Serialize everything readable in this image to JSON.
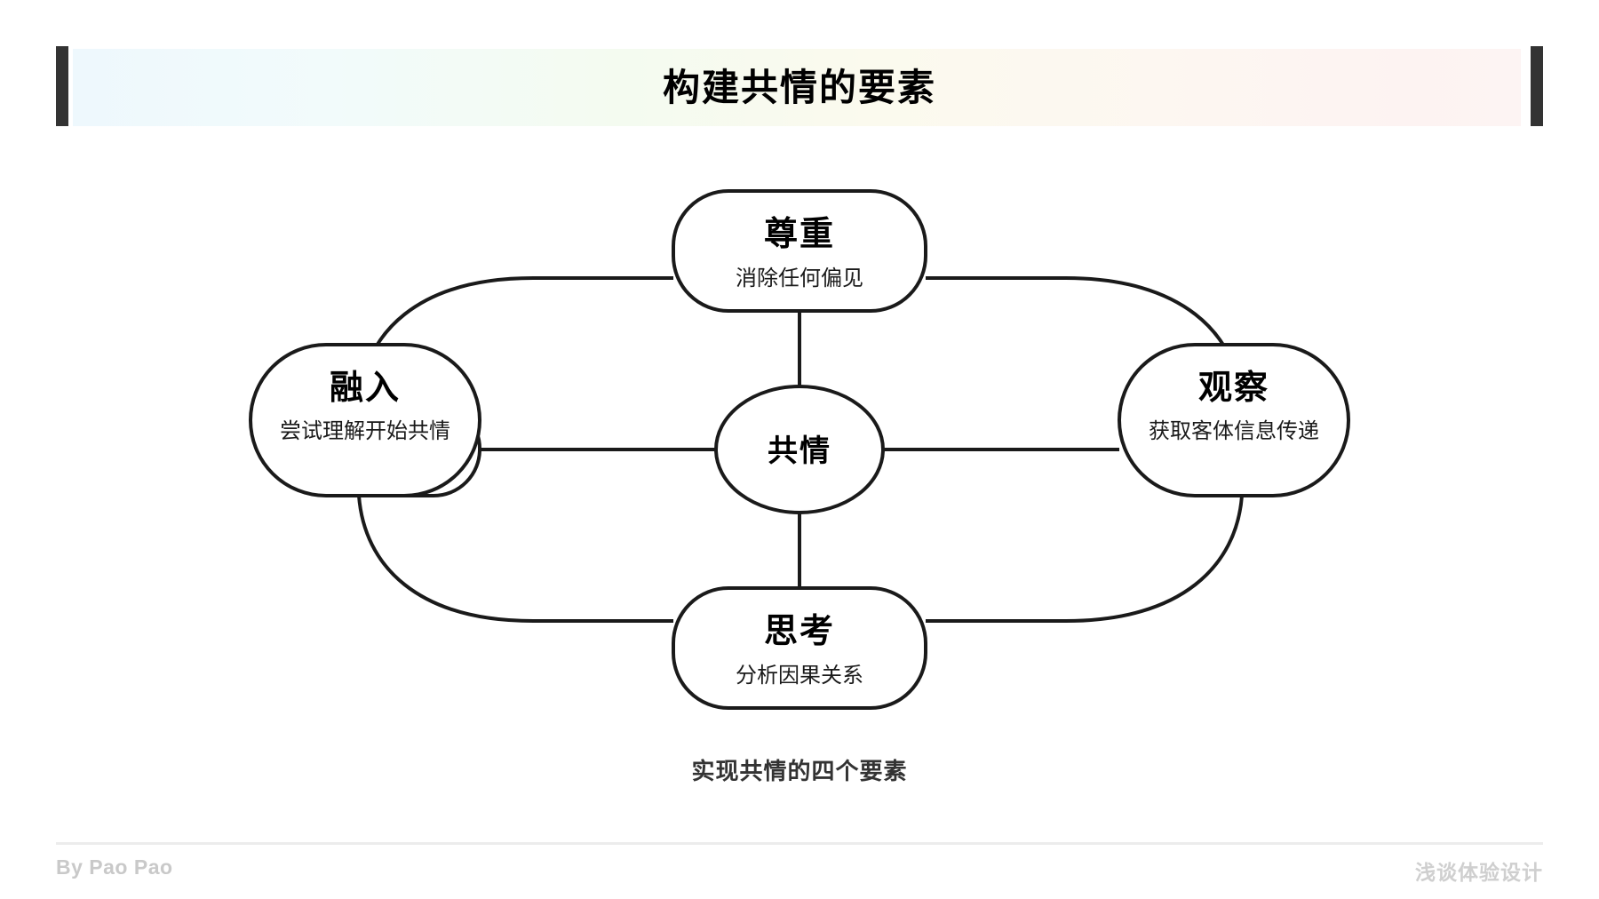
{
  "header": {
    "title": "构建共情的要素",
    "accent_bar_color": "#333333",
    "gradient_from": "#eef8fd",
    "gradient_to": "#fdf3f2"
  },
  "diagram": {
    "caption": "实现共情的四个要素",
    "stroke_color": "#1a1a1a",
    "node_fill": "#ffffff",
    "center": {
      "title": "共情",
      "subtitle": ""
    },
    "nodes": [
      {
        "id": "top",
        "title": "尊重",
        "subtitle": "消除任何偏见"
      },
      {
        "id": "left",
        "title": "融入",
        "subtitle": "尝试理解开始共情"
      },
      {
        "id": "right",
        "title": "观察",
        "subtitle": "获取客体信息传递"
      },
      {
        "id": "bottom",
        "title": "思考",
        "subtitle": "分析因果关系"
      }
    ]
  },
  "footer": {
    "left": "By Pao Pao",
    "right": "浅谈体验设计",
    "text_color": "#c9c9c9",
    "divider_color": "#ececec"
  }
}
